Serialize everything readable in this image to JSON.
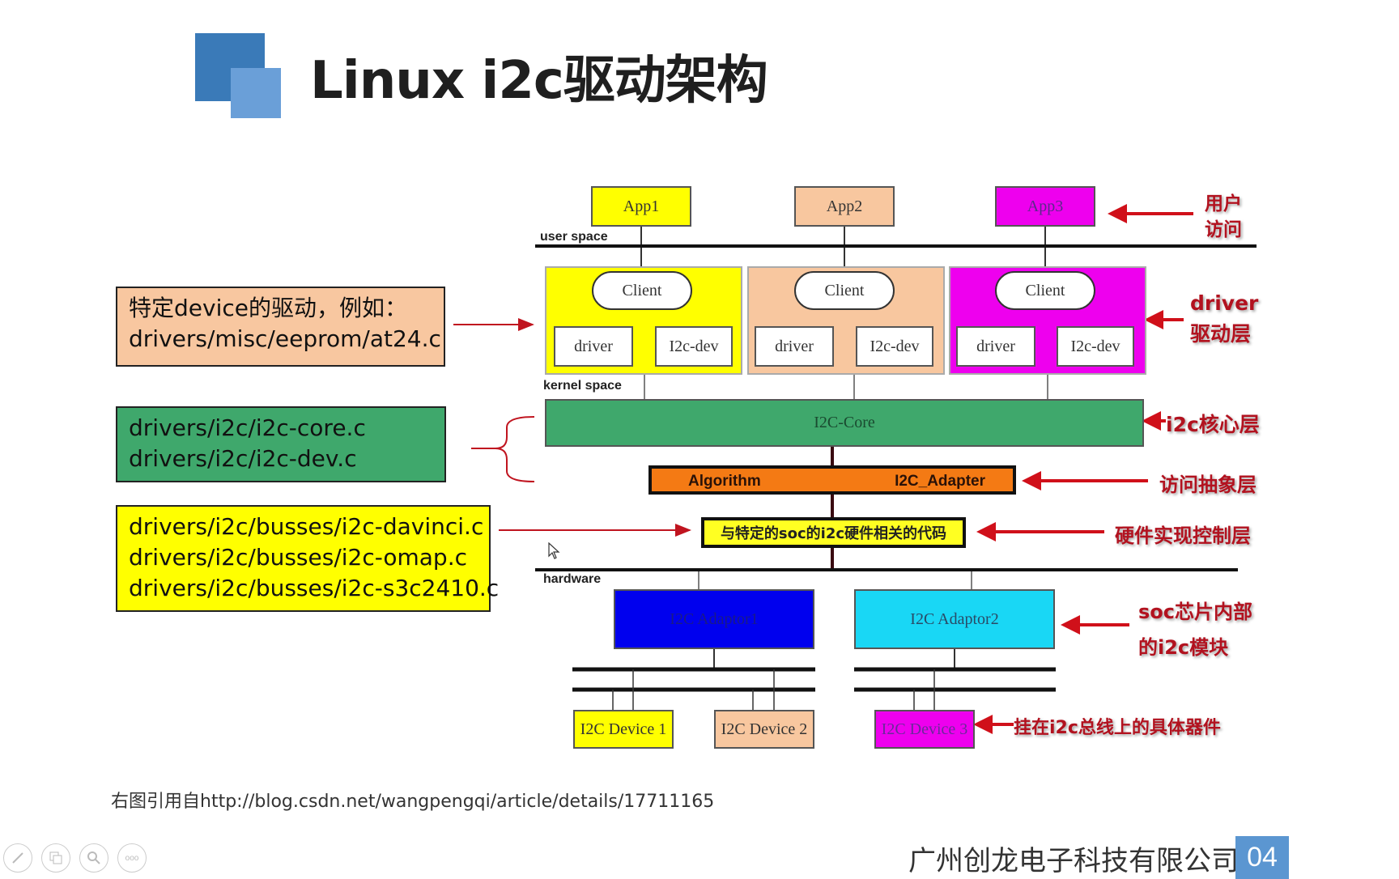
{
  "slide": {
    "title": "Linux i2c驱动架构",
    "page_number": "04",
    "company": "广州创龙电子科技有限公司",
    "source_note": "右图引用自http://blog.csdn.net/wangpengqi/article/details/17711165"
  },
  "notes": [
    {
      "lines": [
        "特定device的驱动，例如：",
        "drivers/misc/eeprom/at24.c"
      ],
      "color": "#f8c7a0"
    },
    {
      "lines": [
        "drivers/i2c/i2c-core.c",
        "drivers/i2c/i2c-dev.c"
      ],
      "color": "#3fa86c"
    },
    {
      "lines": [
        "drivers/i2c/busses/i2c-davinci.c",
        "drivers/i2c/busses/i2c-omap.c",
        "drivers/i2c/busses/i2c-s3c2410.c"
      ],
      "color": "#ffff00"
    }
  ],
  "diagram": {
    "user_space_label": "user space",
    "kernel_space_label": "kernel space",
    "hardware_label": "hardware",
    "apps": [
      {
        "label": "App1",
        "color": "#ffff00"
      },
      {
        "label": "App2",
        "color": "#f8c79f"
      },
      {
        "label": "App3",
        "color": "#ee00ee"
      }
    ],
    "driver_groups": [
      {
        "client": "Client",
        "driver": "driver",
        "dev": "I2c-dev",
        "color": "#ffff00"
      },
      {
        "client": "Client",
        "driver": "driver",
        "dev": "I2c-dev",
        "color": "#f8c79f"
      },
      {
        "client": "Client",
        "driver": "driver",
        "dev": "I2c-dev",
        "color": "#ee00ee"
      }
    ],
    "core_label": "I2C-Core",
    "algorithm_label": "Algorithm",
    "adapter_label": "I2C_Adapter",
    "soc_code_label": "与特定的soc的i2c硬件相关的代码",
    "adaptors": [
      {
        "label": "I2C Adaptor1",
        "color": "#0000ee"
      },
      {
        "label": "I2C Adaptor2",
        "color": "#19d7f5"
      }
    ],
    "devices": [
      {
        "label": "I2C Device 1",
        "color": "#ffff00"
      },
      {
        "label": "I2C Device 2",
        "color": "#f8c79f"
      },
      {
        "label": "I2C Device 3",
        "color": "#ee00ee"
      }
    ],
    "annotations": {
      "user_access": [
        "用户",
        "访问"
      ],
      "driver_layer": [
        "driver",
        "驱动层"
      ],
      "core_layer": "i2c核心层",
      "access_abstraction": "访问抽象层",
      "hw_control": "硬件实现控制层",
      "soc_module": [
        "soc芯片内部",
        "的i2c模块"
      ],
      "bus_devices": "挂在i2c总线上的具体器件"
    }
  },
  "toolbar": {
    "icons": [
      "pen-icon",
      "slides-icon",
      "zoom-icon",
      "more-icon"
    ],
    "more_label": "ooo"
  }
}
